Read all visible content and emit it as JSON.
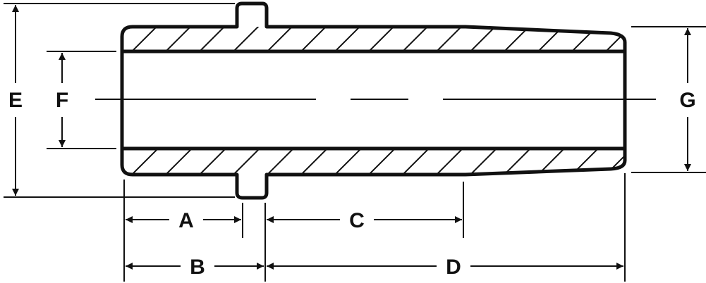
{
  "diagram": {
    "labels": {
      "a": "A",
      "b": "B",
      "c": "C",
      "d": "D",
      "e": "E",
      "f": "F",
      "g": "G"
    },
    "colors": {
      "ink": "#111111",
      "background": "#ffffff"
    }
  }
}
